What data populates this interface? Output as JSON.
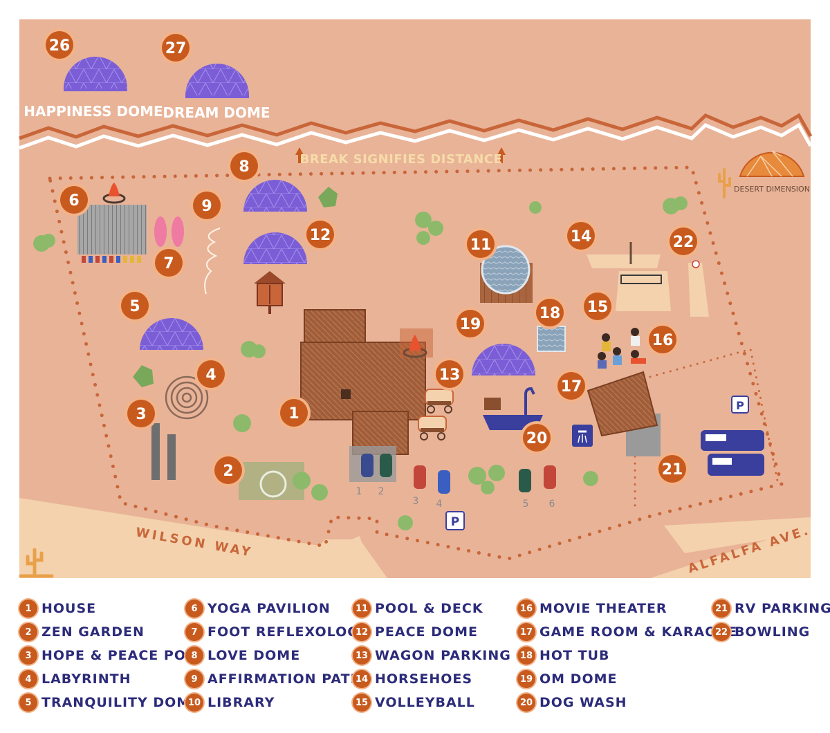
{
  "map": {
    "separator_note": "BREAK SIGNIFIES DISTANCE",
    "logo_text": "DESERT DIMENSION",
    "streets": [
      "WILSON WAY",
      "ALFALFA AVE."
    ],
    "remote_domes": [
      {
        "number": "26",
        "label": "HAPPINESS DOME"
      },
      {
        "number": "27",
        "label": "DREAM DOME"
      }
    ],
    "markers": [
      "1",
      "2",
      "3",
      "4",
      "5",
      "6",
      "7",
      "8",
      "9",
      "11",
      "12",
      "13",
      "14",
      "15",
      "16",
      "17",
      "18",
      "19",
      "20",
      "21",
      "22"
    ],
    "parking_labels": [
      "1",
      "2",
      "3",
      "4",
      "5",
      "6"
    ],
    "parking_sign": "P"
  },
  "legend": [
    {
      "number": "1",
      "label": "HOUSE"
    },
    {
      "number": "2",
      "label": "ZEN GARDEN"
    },
    {
      "number": "3",
      "label": "HOPE & PEACE POLE"
    },
    {
      "number": "4",
      "label": "LABYRINTH"
    },
    {
      "number": "5",
      "label": "TRANQUILITY DOME"
    },
    {
      "number": "6",
      "label": "YOGA PAVILION"
    },
    {
      "number": "7",
      "label": "FOOT REFLEXOLOGY"
    },
    {
      "number": "8",
      "label": "LOVE DOME"
    },
    {
      "number": "9",
      "label": "AFFIRMATION PATH"
    },
    {
      "number": "10",
      "label": "LIBRARY"
    },
    {
      "number": "11",
      "label": "POOL & DECK"
    },
    {
      "number": "12",
      "label": "PEACE DOME"
    },
    {
      "number": "13",
      "label": "WAGON PARKING"
    },
    {
      "number": "14",
      "label": "HORSEHOES"
    },
    {
      "number": "15",
      "label": "VOLLEYBALL"
    },
    {
      "number": "16",
      "label": "MOVIE THEATER"
    },
    {
      "number": "17",
      "label": "GAME ROOM & KARAOKE"
    },
    {
      "number": "18",
      "label": "HOT TUB"
    },
    {
      "number": "19",
      "label": "OM DOME"
    },
    {
      "number": "20",
      "label": "DOG WASH"
    },
    {
      "number": "21",
      "label": "RV PARKING"
    },
    {
      "number": "22",
      "label": "BOWLING"
    }
  ],
  "colors": {
    "ground": "#e9b397",
    "road": "#f3d2ad",
    "path_dots": "#c8663a",
    "badge": "#c85a1e",
    "dome": "#7b5ed6",
    "legend_text": "#2c2b7a",
    "roof": "#9a5a38"
  }
}
